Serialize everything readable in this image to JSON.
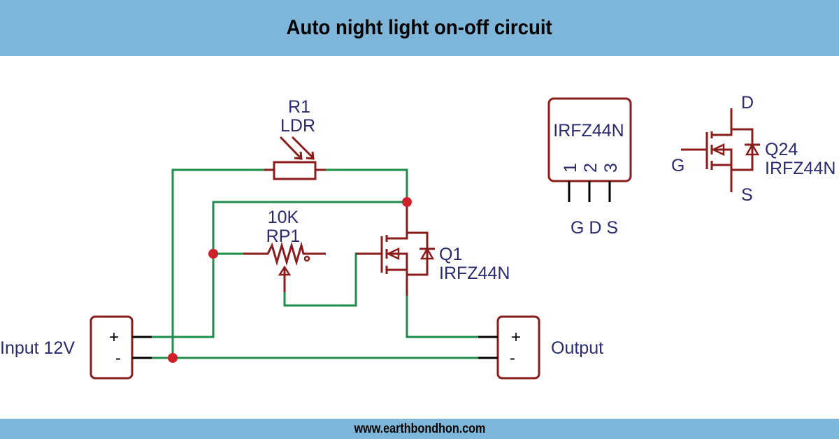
{
  "header": {
    "title": "Auto night light on-off circuit"
  },
  "footer": {
    "website": "www.earthbondhon.com"
  },
  "colors": {
    "band": "#7eb6d9",
    "wire": "#1e8c4a",
    "component": "#8b1c1c",
    "junction": "#d0202a",
    "label": "#2a2a6e"
  },
  "components": {
    "ldr": {
      "ref": "R1",
      "value": "LDR"
    },
    "pot": {
      "value": "10K",
      "ref": "RP1"
    },
    "mosfet": {
      "ref": "Q1",
      "part": "IRFZ44N"
    },
    "input": {
      "label": "Input 12V",
      "plus": "+",
      "minus": "-"
    },
    "output": {
      "label": "Output",
      "plus": "+",
      "minus": "-"
    }
  },
  "package": {
    "part": "IRFZ44N",
    "pins": [
      "1",
      "2",
      "3"
    ],
    "pin_names": "G D S"
  },
  "symbol_legend": {
    "ref": "Q24",
    "part": "IRFZ44N",
    "drain": "D",
    "gate": "G",
    "source": "S"
  }
}
